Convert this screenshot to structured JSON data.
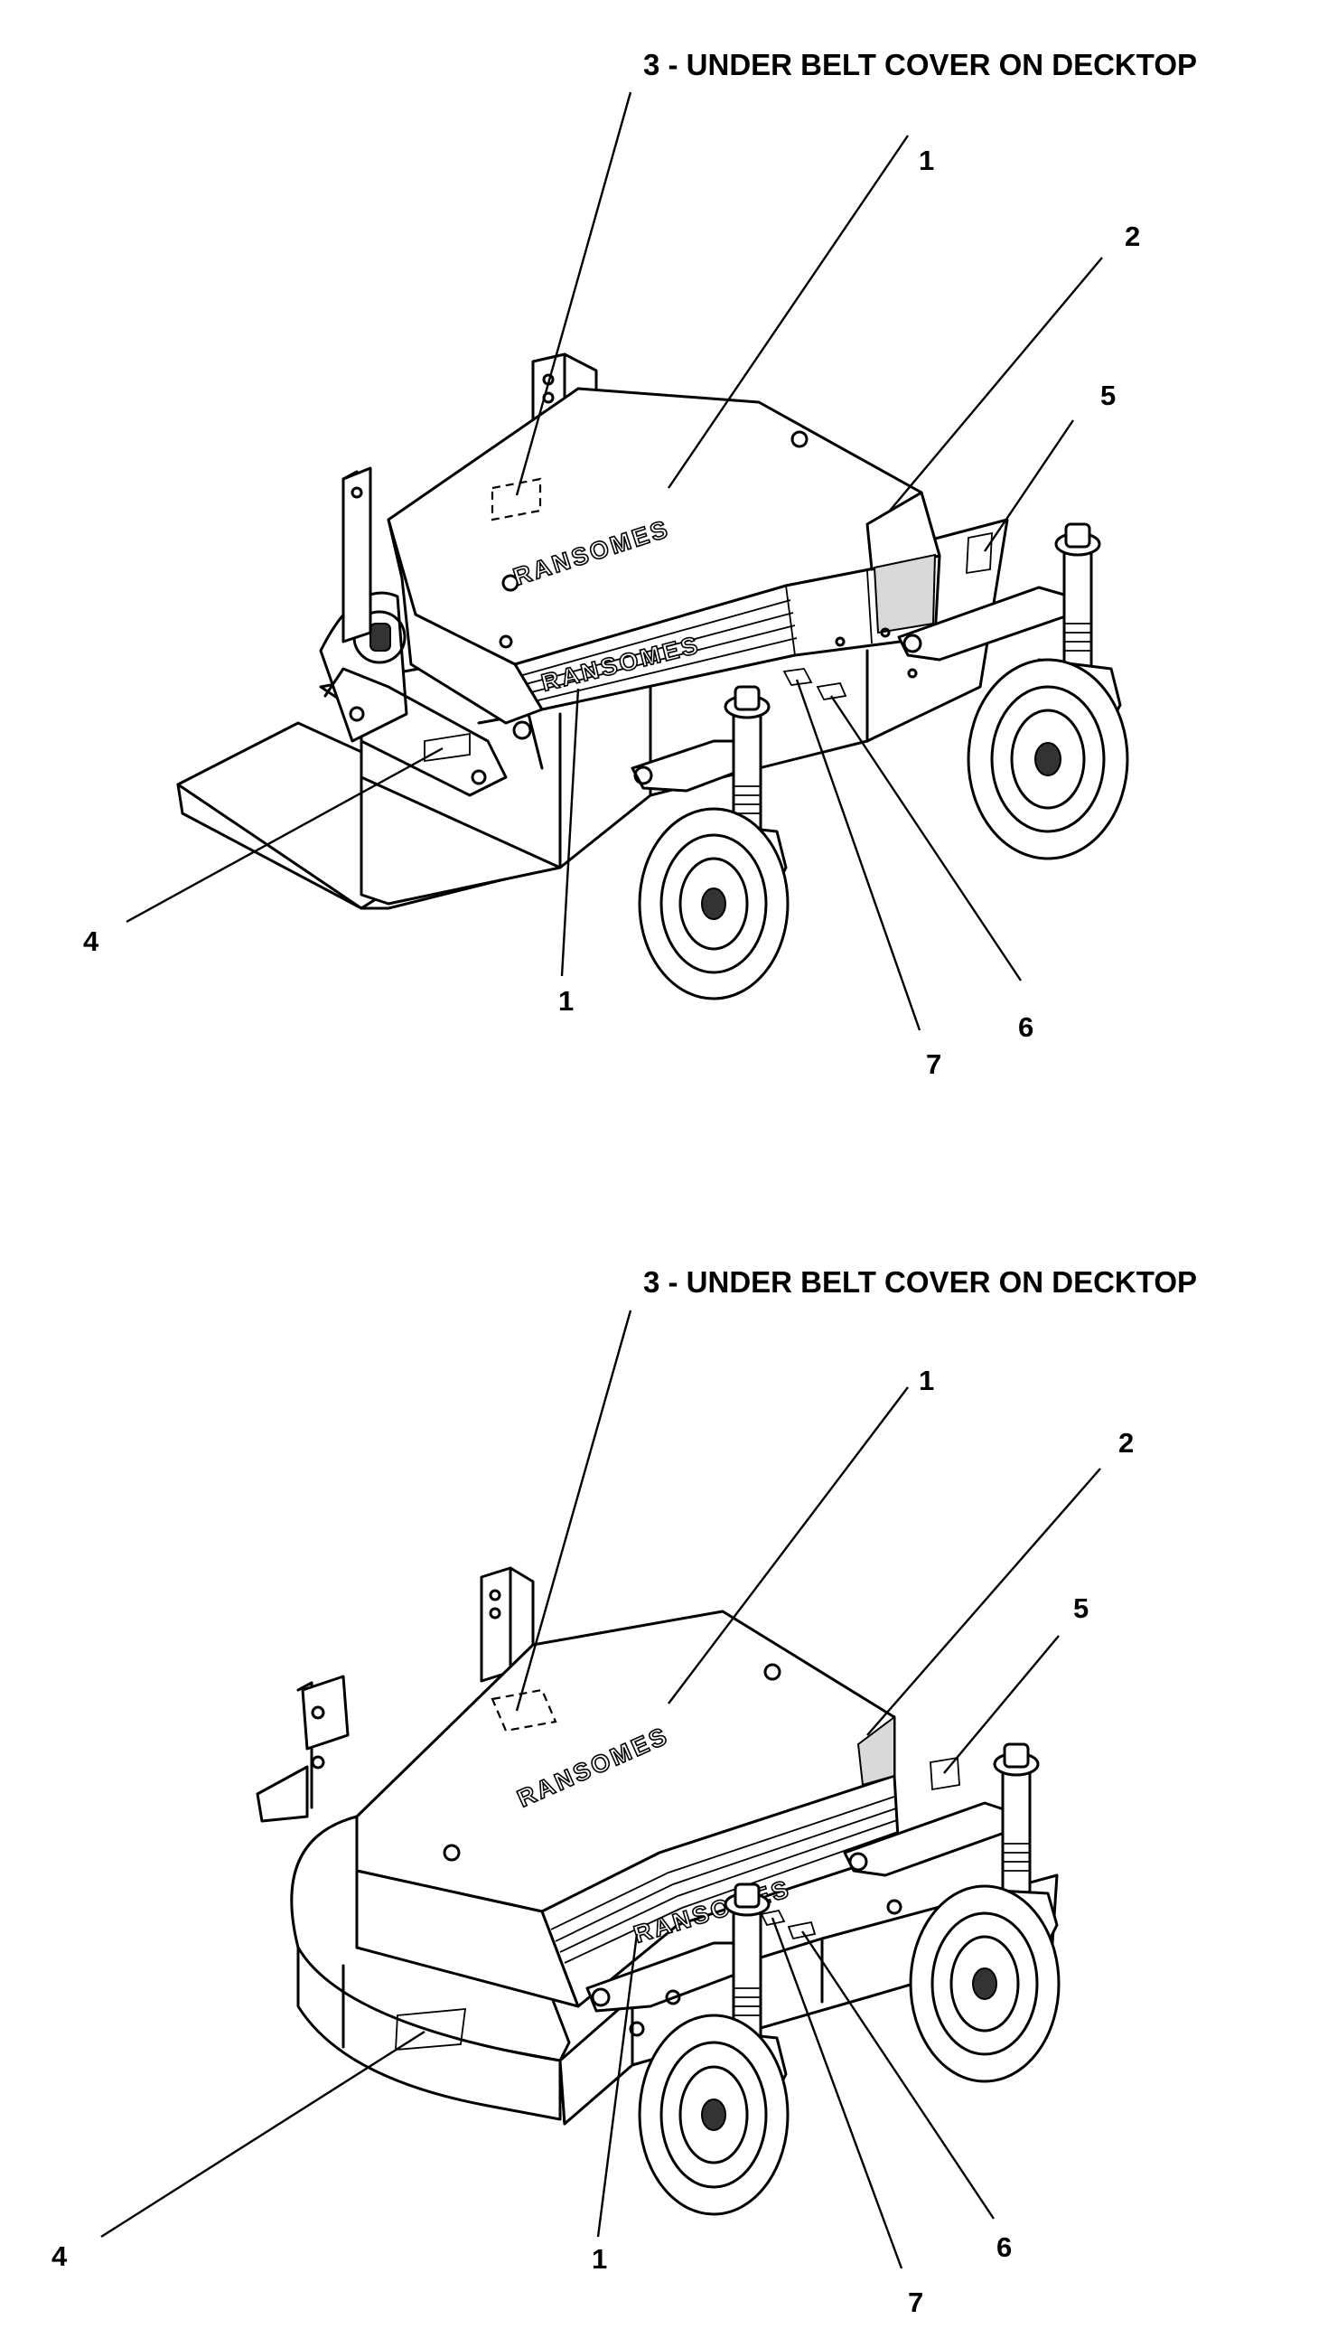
{
  "upper_view": {
    "title": "3 - UNDER BELT COVER ON DECKTOP",
    "brand_text": "RANSOMES",
    "callouts": {
      "c1_top": "1",
      "c2": "2",
      "c5": "5",
      "c4": "4",
      "c1_bottom": "1",
      "c7": "7",
      "c6": "6"
    }
  },
  "lower_view": {
    "title": "3 - UNDER BELT COVER ON DECKTOP",
    "brand_text": "RANSOMES",
    "callouts": {
      "c1_top": "1",
      "c2": "2",
      "c5": "5",
      "c4": "4",
      "c1_bottom": "1",
      "c7": "7",
      "c6": "6"
    }
  }
}
